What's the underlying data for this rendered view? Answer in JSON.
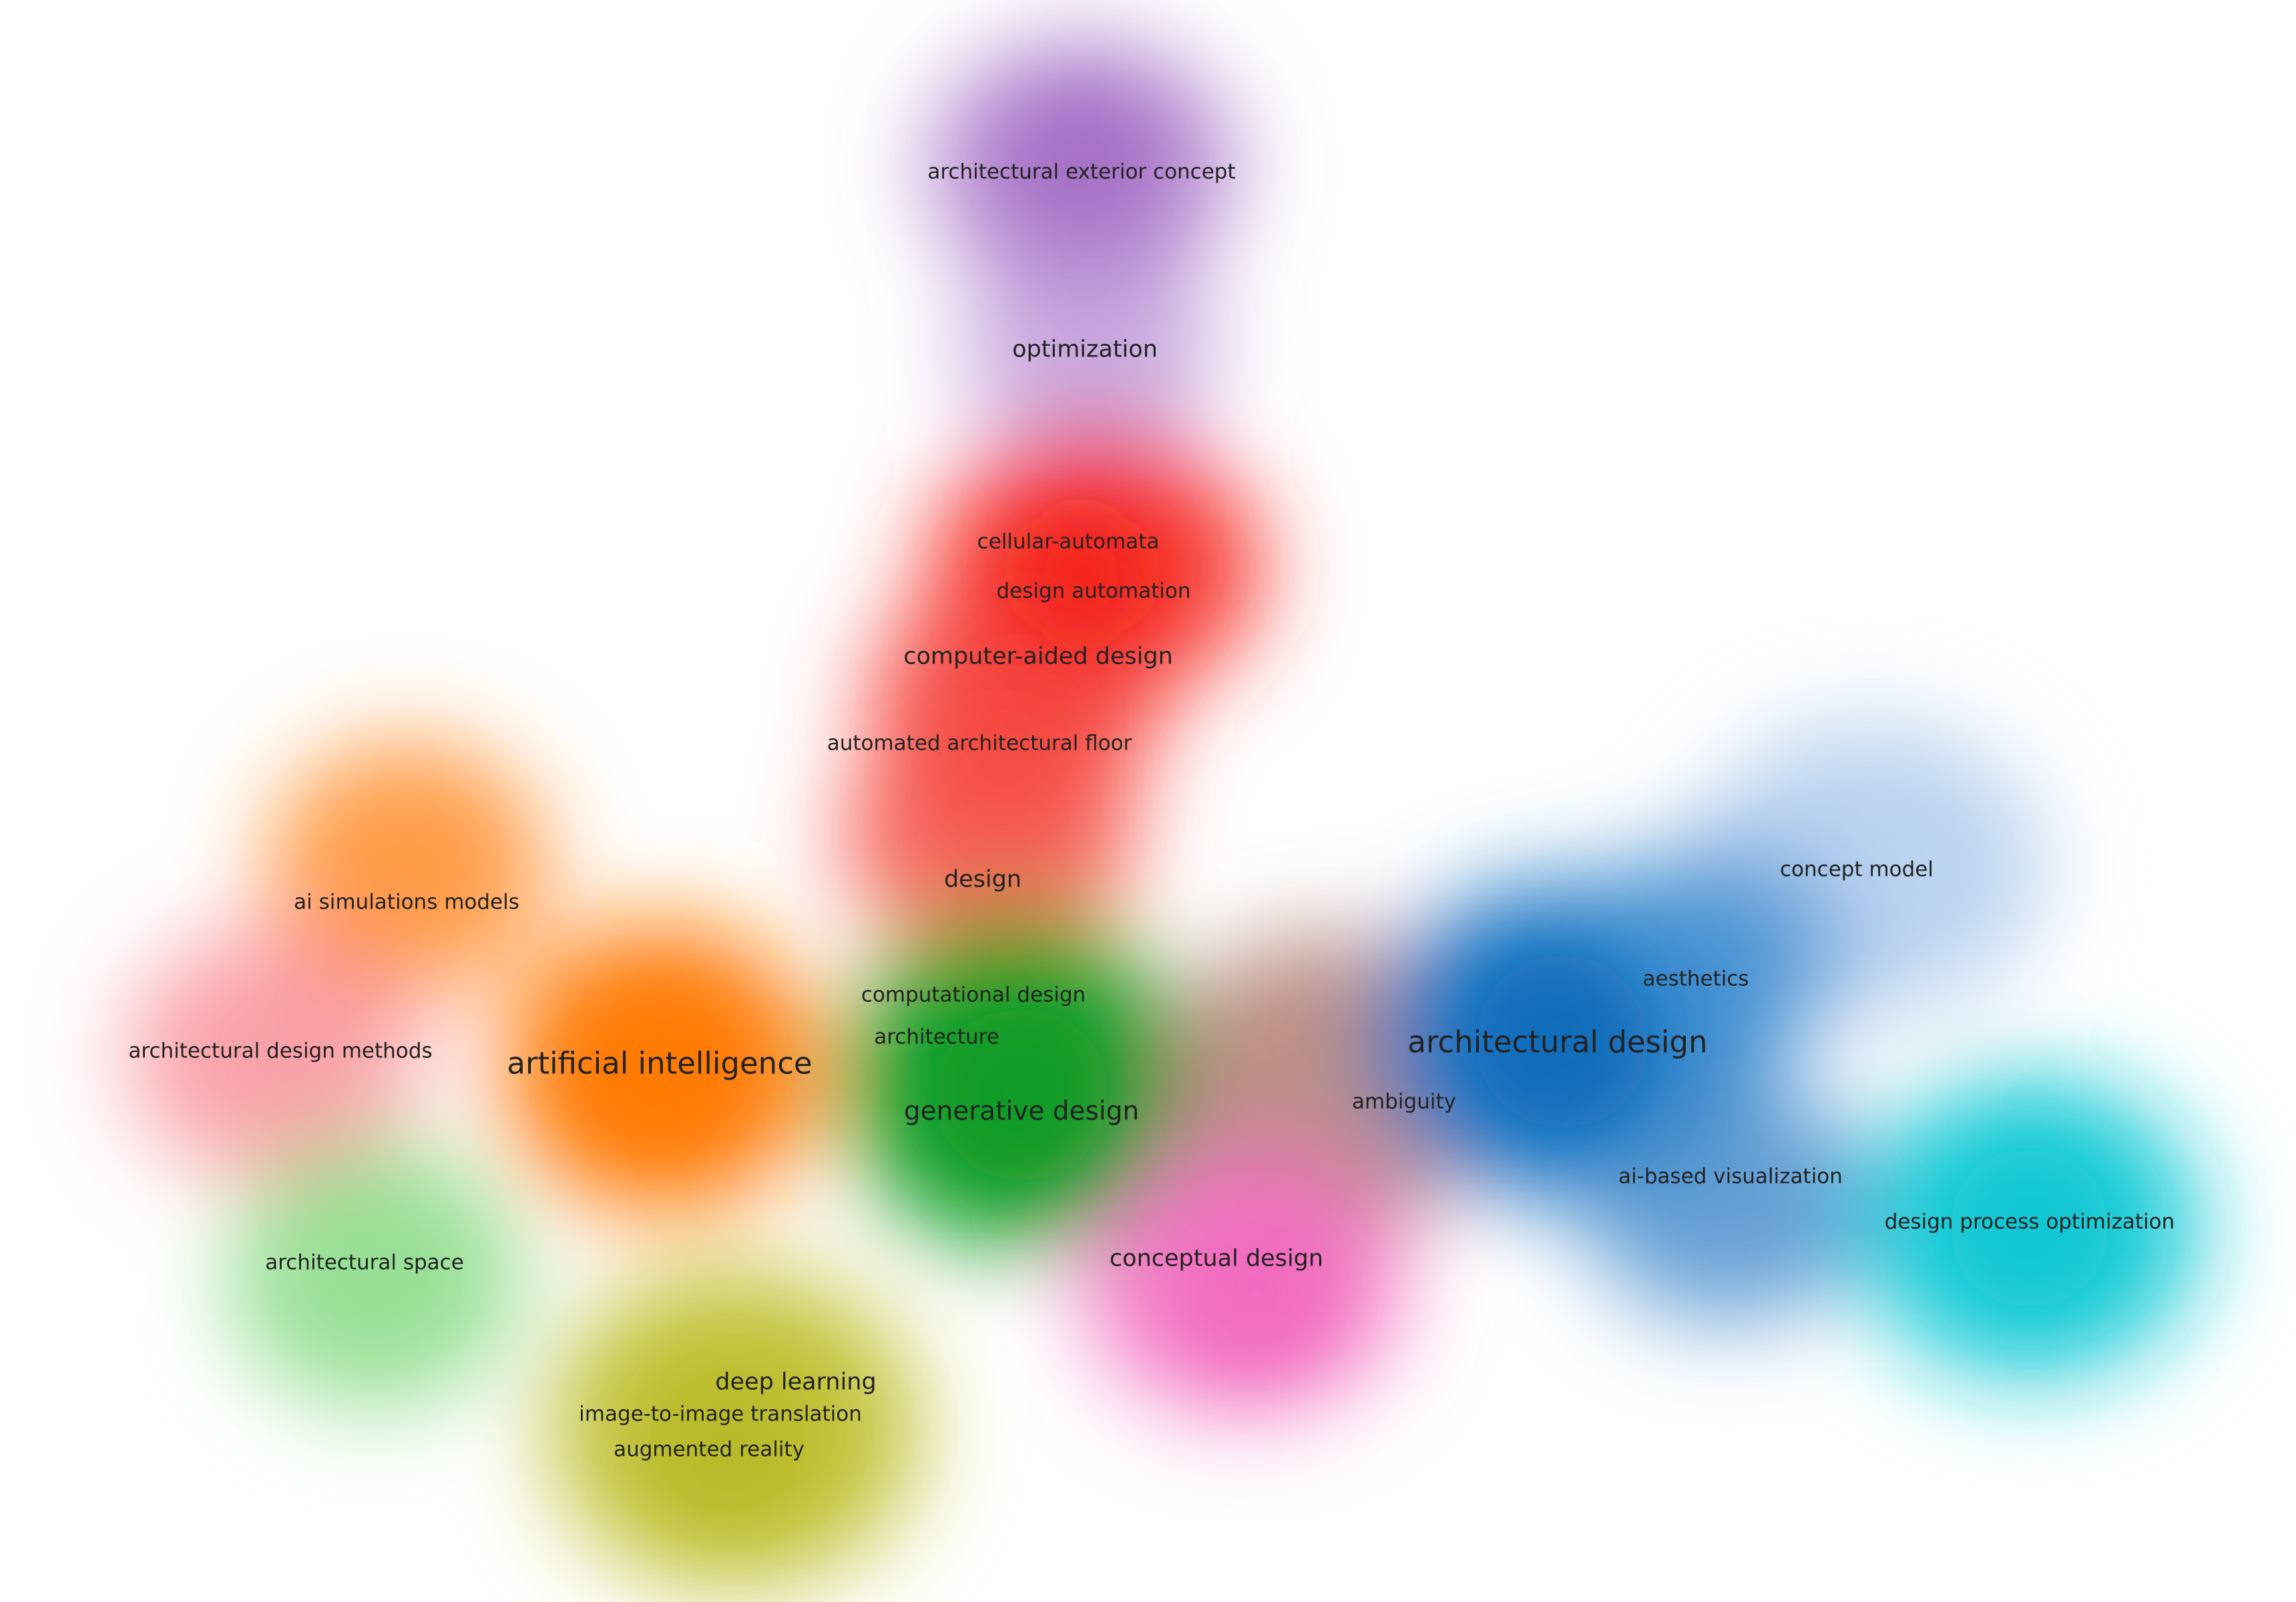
{
  "clusters": [
    {
      "name": "purple",
      "color": "#a46ec6"
    },
    {
      "name": "red",
      "color": "#f52a23"
    },
    {
      "name": "orange",
      "color": "#ff7f0e"
    },
    {
      "name": "pink",
      "color": "#f77a85"
    },
    {
      "name": "light-green",
      "color": "#7dd87a"
    },
    {
      "name": "olive",
      "color": "#bcbd22"
    },
    {
      "name": "green",
      "color": "#14a02c"
    },
    {
      "name": "brown",
      "color": "#b07c70"
    },
    {
      "name": "magenta",
      "color": "#f26cc0"
    },
    {
      "name": "blue",
      "color": "#1f77c4"
    },
    {
      "name": "light-blue",
      "color": "#a9c8ec"
    },
    {
      "name": "cyan",
      "color": "#17cbd6"
    }
  ],
  "keywords": {
    "architectural_exterior_concept": "architectural exterior concept",
    "optimization": "optimization",
    "cellular_automata": "cellular-automata",
    "design_automation": "design automation",
    "computer_aided_design": "computer-aided design",
    "automated_architectural_floor": "automated architectural floor",
    "design": "design",
    "ai_simulations_models": "ai simulations models",
    "architectural_design_methods": "architectural design methods",
    "artificial_intelligence": "artificial intelligence",
    "computational_design": "computational design",
    "architecture": "architecture",
    "generative_design": "generative design",
    "ambiguity": "ambiguity",
    "architectural_design": "architectural design",
    "aesthetics": "aesthetics",
    "concept_model": "concept model",
    "ai_based_visualization": "ai-based visualization",
    "design_process_optimization": "design process optimization",
    "conceptual_design": "conceptual design",
    "architectural_space": "architectural space",
    "deep_learning": "deep learning",
    "image_to_image_translation": "image-to-image translation",
    "augmented_reality": "augmented reality"
  }
}
